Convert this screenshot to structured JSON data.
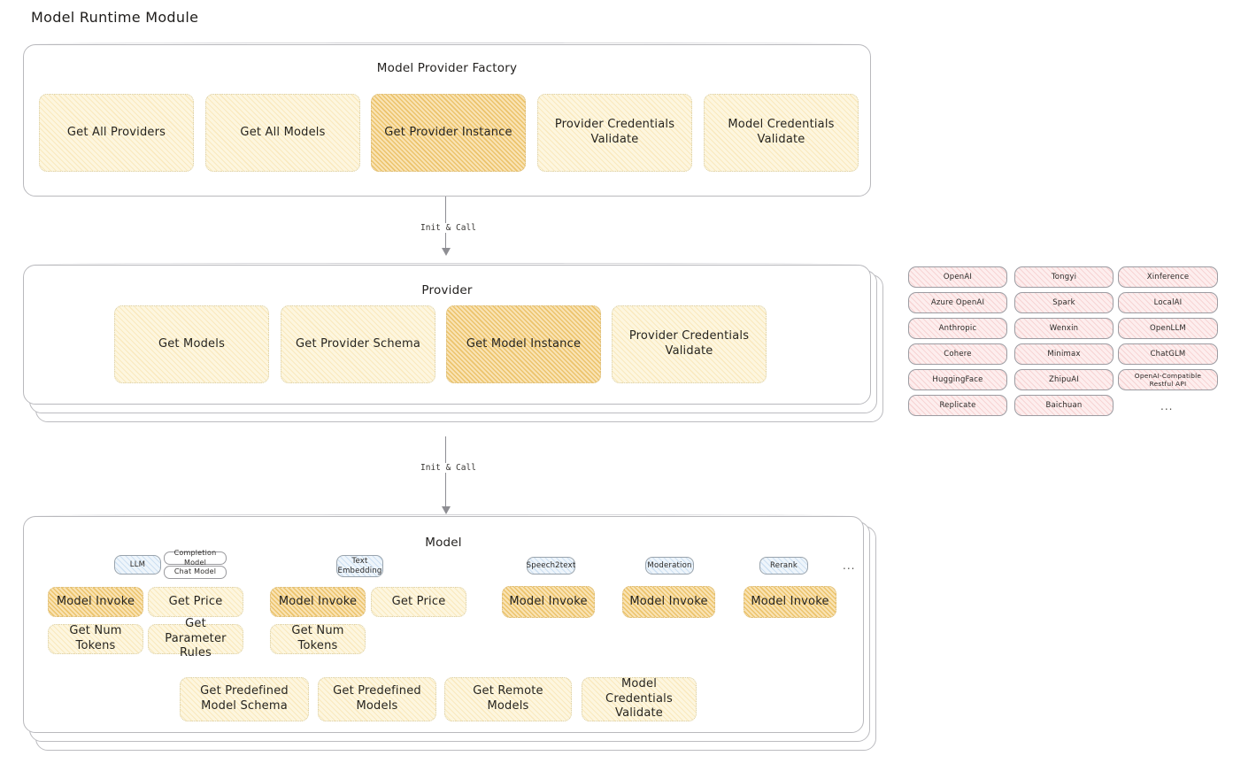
{
  "page": {
    "title": "Model Runtime Module"
  },
  "factory": {
    "title": "Model Provider Factory",
    "nodes": [
      {
        "label": "Get All Providers",
        "highlighted": false
      },
      {
        "label": "Get All Models",
        "highlighted": false
      },
      {
        "label": "Get Provider Instance",
        "highlighted": true
      },
      {
        "label": "Provider Credentials Validate",
        "highlighted": false
      },
      {
        "label": "Model Credentials Validate",
        "highlighted": false
      }
    ]
  },
  "arrows": [
    {
      "label": "Init & Call"
    },
    {
      "label": "Init & Call"
    }
  ],
  "provider": {
    "title": "Provider",
    "nodes": [
      {
        "label": "Get Models",
        "highlighted": false
      },
      {
        "label": "Get Provider Schema",
        "highlighted": false
      },
      {
        "label": "Get Model Instance",
        "highlighted": true
      },
      {
        "label": "Provider Credentials Validate",
        "highlighted": false
      }
    ]
  },
  "provider_list": {
    "columns": [
      {
        "items": [
          "OpenAI",
          "Azure OpenAI",
          "Anthropic",
          "Cohere",
          "HuggingFace",
          "Replicate"
        ]
      },
      {
        "items": [
          "Tongyi",
          "Spark",
          "Wenxin",
          "Minimax",
          "ZhipuAI",
          "Baichuan"
        ]
      },
      {
        "items": [
          "Xinference",
          "LocalAI",
          "OpenLLM",
          "ChatGLM",
          "OpenAI-Compatible Restful API"
        ]
      }
    ],
    "more": "..."
  },
  "model": {
    "title": "Model",
    "more": "...",
    "types": [
      {
        "name": "LLM",
        "sub_chips": [
          "Completion Model",
          "Chat Model"
        ],
        "methods": [
          {
            "label": "Model Invoke",
            "highlighted": true
          },
          {
            "label": "Get Price",
            "highlighted": false
          },
          {
            "label": "Get Num Tokens",
            "highlighted": false
          },
          {
            "label": "Get Parameter Rules",
            "highlighted": false
          }
        ]
      },
      {
        "name": "Text Embedding",
        "sub_chips": [],
        "methods": [
          {
            "label": "Model Invoke",
            "highlighted": true
          },
          {
            "label": "Get Price",
            "highlighted": false
          },
          {
            "label": "Get Num Tokens",
            "highlighted": false
          }
        ]
      },
      {
        "name": "Speech2text",
        "sub_chips": [],
        "methods": [
          {
            "label": "Model Invoke",
            "highlighted": true
          }
        ]
      },
      {
        "name": "Moderation",
        "sub_chips": [],
        "methods": [
          {
            "label": "Model Invoke",
            "highlighted": true
          }
        ]
      },
      {
        "name": "Rerank",
        "sub_chips": [],
        "methods": [
          {
            "label": "Model Invoke",
            "highlighted": true
          }
        ]
      }
    ],
    "common_methods": [
      {
        "label": "Get Predefined Model Schema"
      },
      {
        "label": "Get Predefined Models"
      },
      {
        "label": "Get Remote Models"
      },
      {
        "label": "Model Credentials Validate"
      }
    ]
  }
}
